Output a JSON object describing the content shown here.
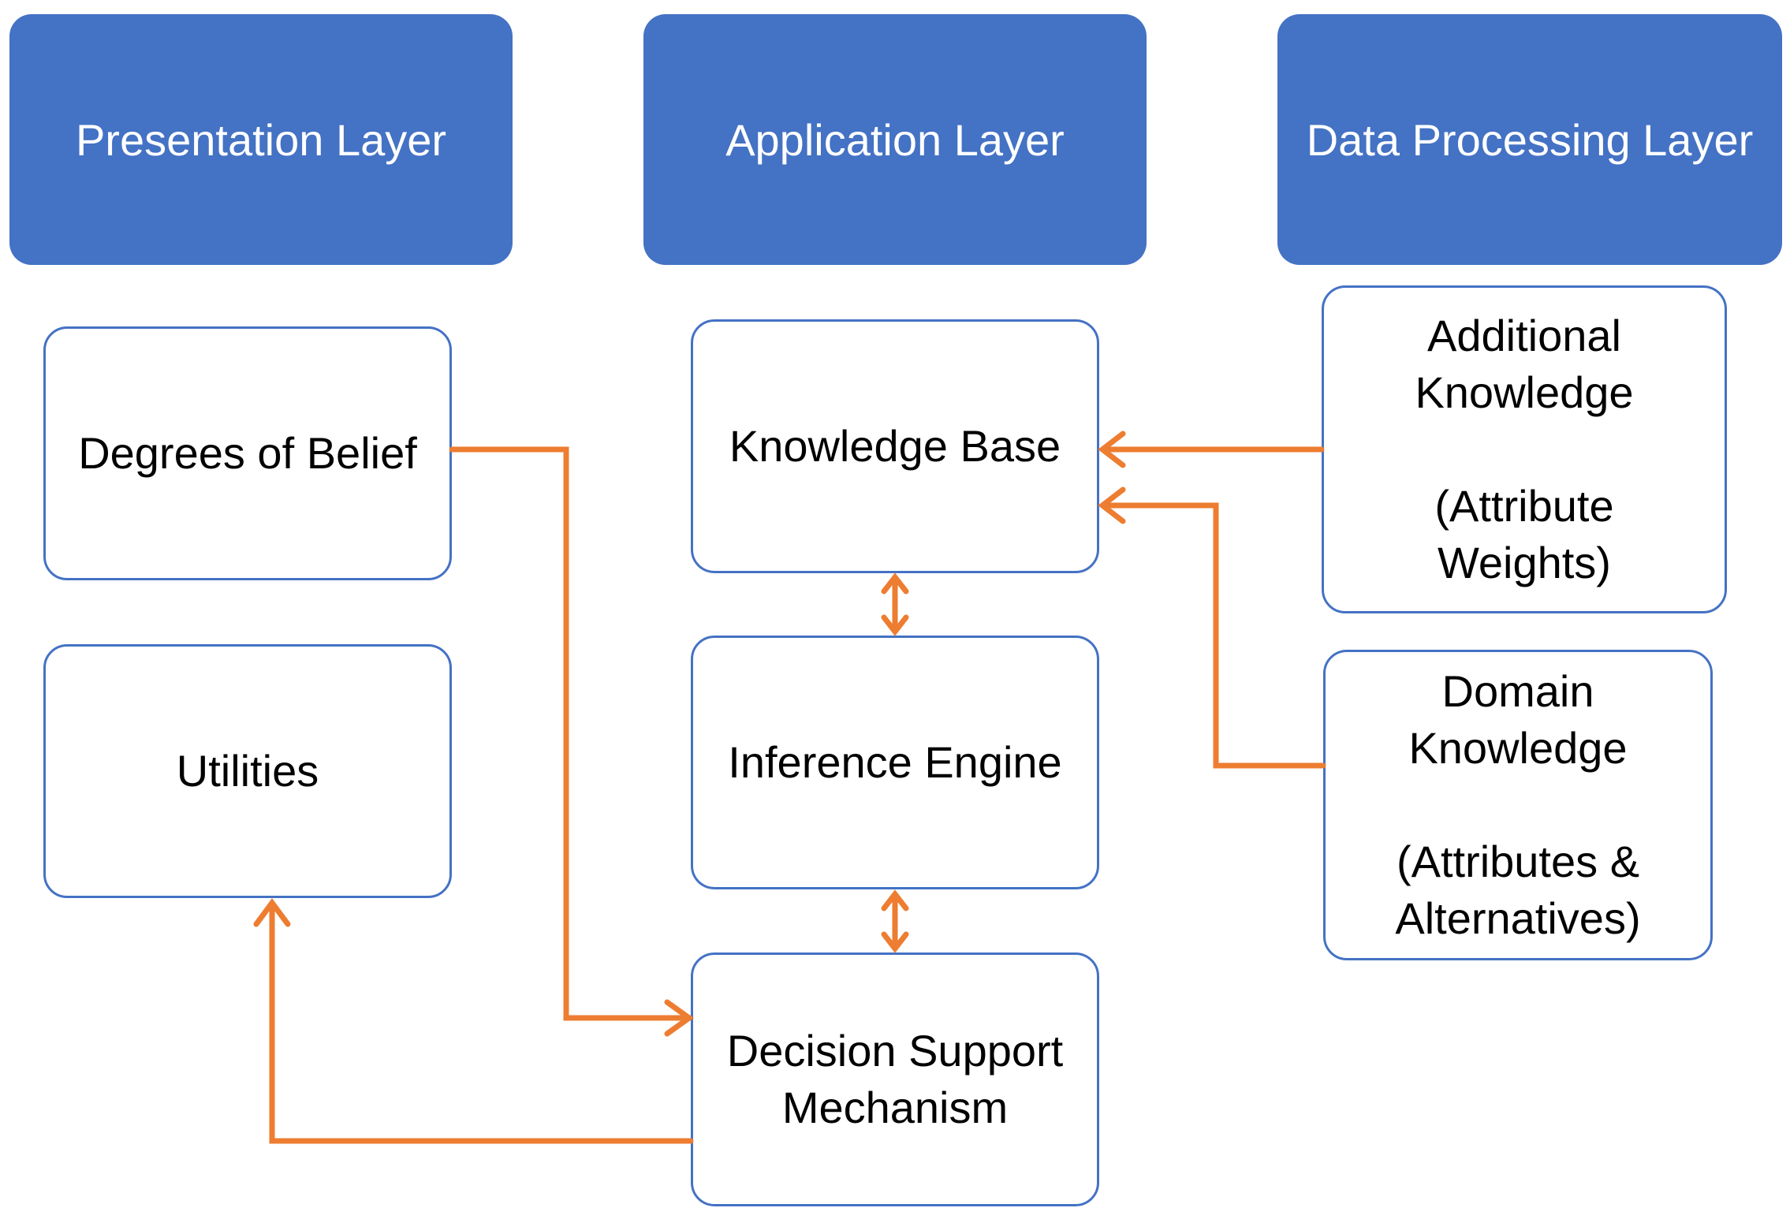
{
  "layers": {
    "presentation": "Presentation Layer",
    "application": "Application Layer",
    "data_processing": "Data Processing Layer"
  },
  "nodes": {
    "degrees_of_belief": "Degrees of Belief",
    "utilities": "Utilities",
    "knowledge_base": "Knowledge Base",
    "inference_engine": "Inference Engine",
    "decision_support": {
      "line1": "Decision Support",
      "line2": "Mechanism"
    },
    "additional_knowledge": {
      "line1": "Additional",
      "line2": "Knowledge",
      "line3": "(Attribute",
      "line4": "Weights)"
    },
    "domain_knowledge": {
      "line1": "Domain",
      "line2": "Knowledge",
      "line3": "(Attributes &",
      "line4": "Alternatives)"
    }
  },
  "colors": {
    "layer_fill": "#4472C4",
    "node_border": "#4472C4",
    "arrow": "#ED7D31"
  }
}
